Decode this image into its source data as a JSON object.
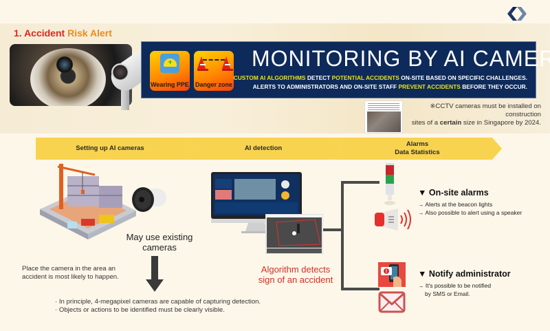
{
  "logo": {
    "icon": "diamond-chevron-logo-icon",
    "colors": [
      "#1d3567",
      "#6f86a6"
    ]
  },
  "section": {
    "number": "1.",
    "title_part1": "Accident",
    "title_part2": "Risk Alert"
  },
  "banner": {
    "badges": [
      {
        "label": "Wearing PPE",
        "icon": "hard-hat-icon"
      },
      {
        "label": "Danger zone",
        "icon": "traffic-cones-icon"
      }
    ],
    "title": "MONITORING BY AI CAMERA",
    "line1": [
      {
        "text": "CUSTOM AI ALGORITHMS",
        "highlight": true
      },
      {
        "text": " DETECT ",
        "highlight": false
      },
      {
        "text": "POTENTIAL ACCIDENTS",
        "highlight": true
      },
      {
        "text": " ON-SITE BASED ON SPECIFIC CHALLENGES.",
        "highlight": false
      }
    ],
    "line2": [
      {
        "text": "ALERTS TO ADMINISTRATORS AND ON-SITE STAFF ",
        "highlight": false
      },
      {
        "text": "PREVENT ACCIDENTS",
        "highlight": true
      },
      {
        "text": " BEFORE THEY OCCUR.",
        "highlight": false
      }
    ],
    "colors": {
      "background": "#0d2a5a",
      "highlight": "#e9e21a"
    }
  },
  "note": {
    "prefix": "※CCTV cameras must be installed on construction",
    "line2_before": "sites of a ",
    "line2_em": "certain",
    "line2_after": " size in Singapore by 2024."
  },
  "steps": [
    {
      "label": "Setting up AI cameras"
    },
    {
      "label": "AI detection"
    },
    {
      "label_line1": "Alarms",
      "label_line2": "Data Statistics"
    }
  ],
  "setup": {
    "may_use_line1": "May use existing",
    "may_use_line2": "cameras",
    "place_line1": "Place the camera in the area an",
    "place_line2": "accident is most likely to happen.",
    "bullets": [
      "In principle, 4-megapixel cameras are capable of capturing detection.",
      "Objects or actions to be identified must be clearly visible."
    ]
  },
  "detection": {
    "caption_line1": "Algorithm detects",
    "caption_line2": "sign of an accident",
    "caption_color": "#d23024"
  },
  "alarms": {
    "onsite": {
      "heading": "▼ On-site alarms",
      "lines": [
        "→ Alerts at the beacon lights",
        "→ Also possible to alert using a speaker"
      ]
    },
    "notify": {
      "heading": "▼ Notify administrator",
      "line1": "→ It's possible to be notified",
      "line2": "by SMS or Email."
    }
  },
  "colors": {
    "step_fill": "#f8d34f",
    "page_bg": "#fdf7ea",
    "accent_red": "#e0261b",
    "accent_orange": "#f08a1c"
  }
}
